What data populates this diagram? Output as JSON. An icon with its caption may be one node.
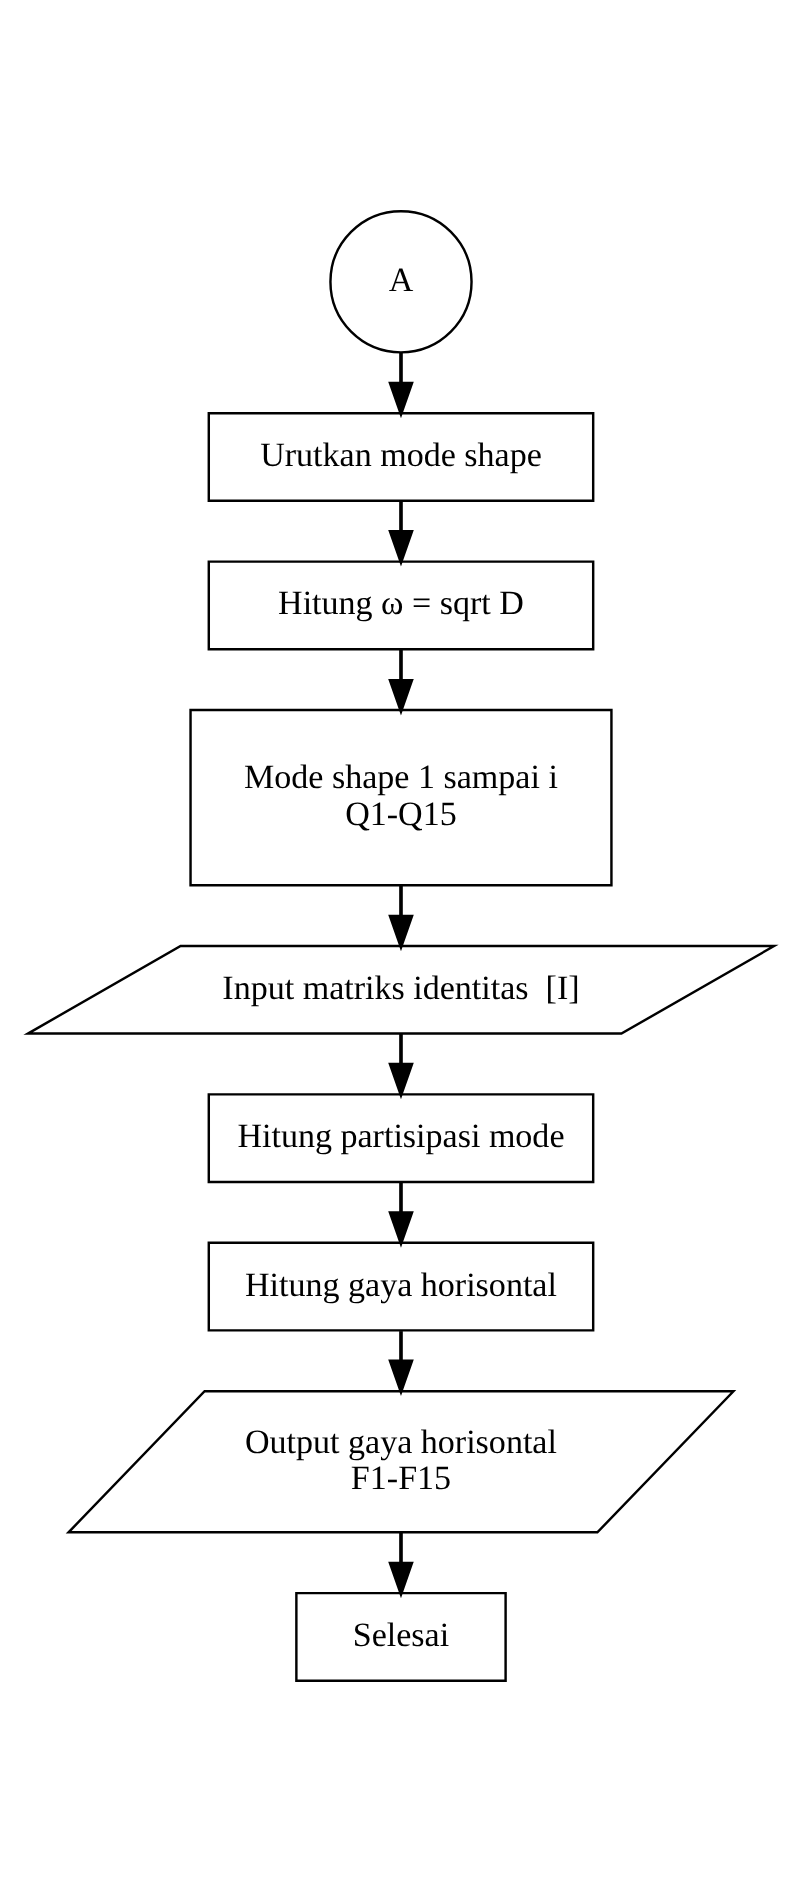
{
  "diagram": {
    "nodes": [
      {
        "text": [
          "A"
        ]
      },
      {
        "text": [
          "Urutkan mode shape"
        ]
      },
      {
        "text": [
          "Hitung ω = sqrt D"
        ]
      },
      {
        "text": [
          "Mode shape 1 sampai i",
          "Q1-Q15"
        ]
      },
      {
        "text": [
          "Input matriks identitas  [I]"
        ]
      },
      {
        "text": [
          "Hitung partisipasi mode"
        ]
      },
      {
        "text": [
          "Hitung gaya horisontal"
        ]
      },
      {
        "text": [
          "Output gaya horisontal",
          "F1-F15"
        ]
      },
      {
        "text": [
          "Selesai"
        ]
      }
    ],
    "edges": [
      {
        "from": 0,
        "to": 1,
        "arrow": "to"
      },
      {
        "from": 1,
        "to": 2,
        "arrow": "to"
      },
      {
        "from": 2,
        "to": 3,
        "arrow": "to"
      },
      {
        "from": 3,
        "to": 4,
        "arrow": "to"
      },
      {
        "from": 4,
        "to": 5,
        "arrow": "to"
      },
      {
        "from": 5,
        "to": 6,
        "arrow": "to"
      },
      {
        "from": 6,
        "to": 7,
        "arrow": "to"
      },
      {
        "from": 7,
        "to": 8,
        "arrow": "to"
      }
    ]
  }
}
